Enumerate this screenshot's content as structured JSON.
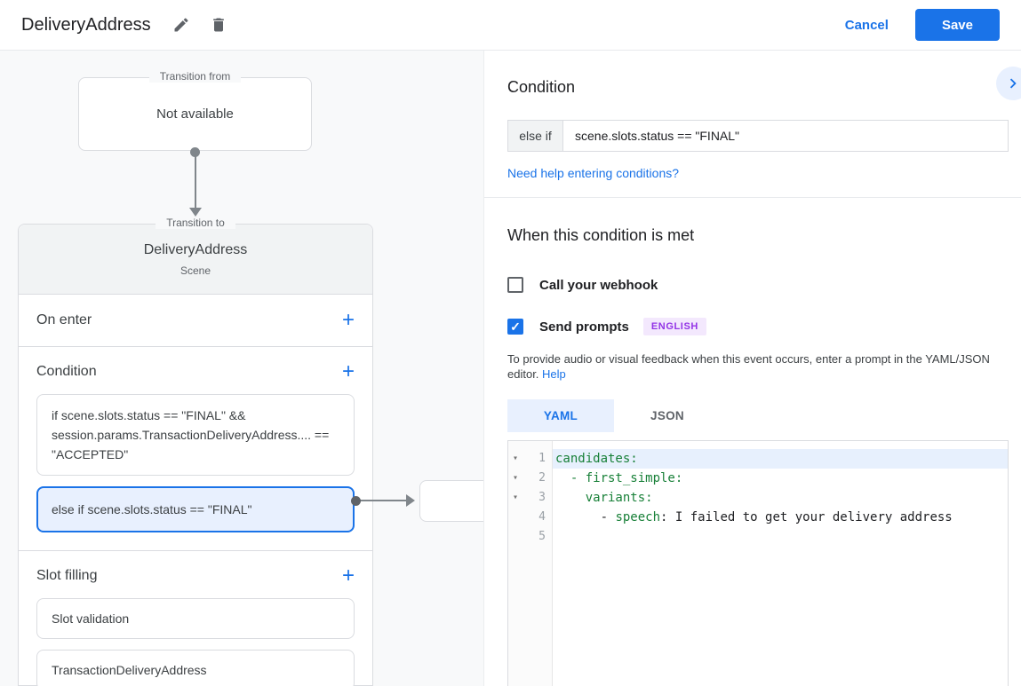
{
  "header": {
    "title": "DeliveryAddress",
    "cancel_label": "Cancel",
    "save_label": "Save"
  },
  "diagram": {
    "transition_from": {
      "label": "Transition from",
      "value": "Not available"
    },
    "scene_card": {
      "label": "Transition to",
      "name": "DeliveryAddress",
      "type": "Scene",
      "on_enter": {
        "title": "On enter",
        "add_label": "+"
      },
      "condition": {
        "title": "Condition",
        "add_label": "+",
        "items": [
          {
            "text": "if scene.slots.status == \"FINAL\" && session.params.TransactionDeliveryAddress.... == \"ACCEPTED\"",
            "selected": false
          },
          {
            "text": "else if scene.slots.status == \"FINAL\"",
            "selected": true
          }
        ]
      },
      "slot_filling": {
        "title": "Slot filling",
        "add_label": "+",
        "items": [
          {
            "text": "Slot validation"
          },
          {
            "text": "TransactionDeliveryAddress"
          }
        ]
      }
    }
  },
  "panel": {
    "heading": "Condition",
    "condition_input": {
      "prefix": "else if",
      "value": "scene.slots.status == \"FINAL\""
    },
    "help_link": "Need help entering conditions?",
    "when_met": {
      "heading": "When this condition is met",
      "webhook": {
        "label": "Call your webhook",
        "checked": false
      },
      "prompts": {
        "label": "Send prompts",
        "checked": true,
        "badge": "ENGLISH"
      },
      "description": "To provide audio or visual feedback when this event occurs, enter a prompt in the YAML/JSON editor.",
      "description_link": "Help"
    },
    "editor": {
      "tabs": [
        {
          "label": "YAML",
          "active": true
        },
        {
          "label": "JSON",
          "active": false
        }
      ],
      "lines": [
        {
          "num": 1,
          "fold": true,
          "active": true,
          "tokens": [
            {
              "text": "candidates:",
              "color": "green"
            }
          ]
        },
        {
          "num": 2,
          "fold": true,
          "active": false,
          "tokens": [
            {
              "text": "  ",
              "color": "plain"
            },
            {
              "text": "- first_simple:",
              "color": "green"
            }
          ]
        },
        {
          "num": 3,
          "fold": true,
          "active": false,
          "tokens": [
            {
              "text": "    ",
              "color": "plain"
            },
            {
              "text": "variants:",
              "color": "green"
            }
          ]
        },
        {
          "num": 4,
          "fold": false,
          "active": false,
          "tokens": [
            {
              "text": "      - ",
              "color": "plain"
            },
            {
              "text": "speech",
              "color": "green"
            },
            {
              "text": ": I failed to get your delivery address",
              "color": "plain"
            }
          ]
        },
        {
          "num": 5,
          "fold": false,
          "active": false,
          "tokens": []
        }
      ]
    }
  },
  "colors": {
    "accent_blue": "#1a73e8",
    "selected_bg": "#e8f0fe",
    "badge_bg": "#f3e8fd",
    "badge_text": "#9334e6",
    "code_green": "#188038"
  }
}
